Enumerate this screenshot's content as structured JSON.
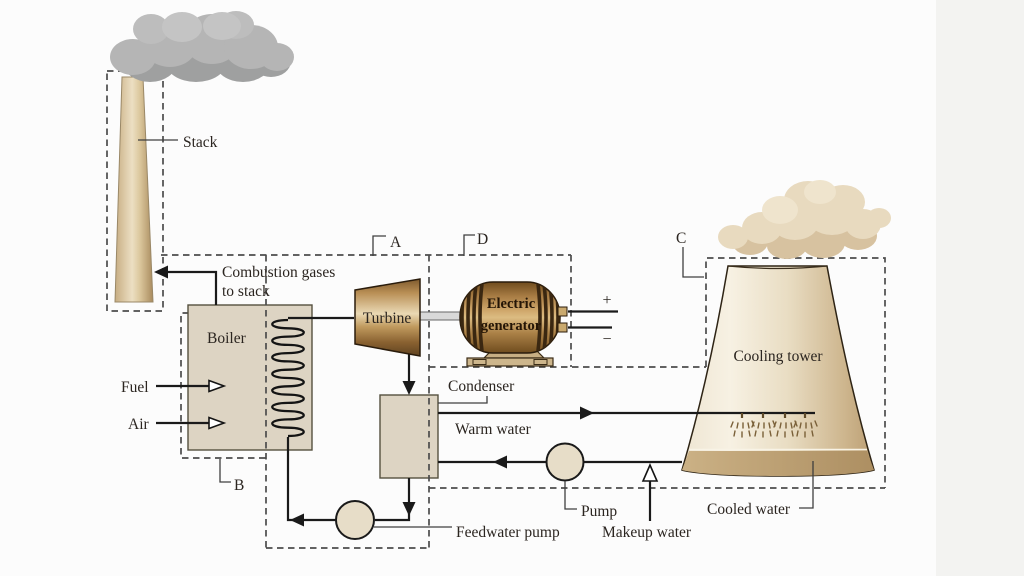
{
  "diagram": {
    "labels": {
      "stack": "Stack",
      "combustion_gases_line1": "Combustion gases",
      "combustion_gases_line2": "to stack",
      "boiler": "Boiler",
      "fuel": "Fuel",
      "air": "Air",
      "turbine": "Turbine",
      "generator_line1": "Electric",
      "generator_line2": "generator",
      "terminal_plus": "+",
      "terminal_minus": "−",
      "condenser": "Condenser",
      "warm_water": "Warm water",
      "cooling_tower": "Cooling tower",
      "pump": "Pump",
      "makeup_water": "Makeup water",
      "cooled_water": "Cooled water",
      "feedwater_pump": "Feedwater pump"
    },
    "boundary_letters": {
      "a": "A",
      "b": "B",
      "c": "C",
      "d": "D"
    },
    "colors": {
      "background": "#fcfcfc",
      "right_band": "#f3f3f1",
      "line": "#1a1a1a",
      "dashed_boundary": "#4c4c4c",
      "vessel_fill": "#ddd4c3",
      "pump_fill": "#e7ddc8",
      "smoke_gray": "#b0b0b0",
      "steam_beige": "#e8dabf",
      "water_band_tan": "#bfa377",
      "text": "#2b2520"
    }
  }
}
